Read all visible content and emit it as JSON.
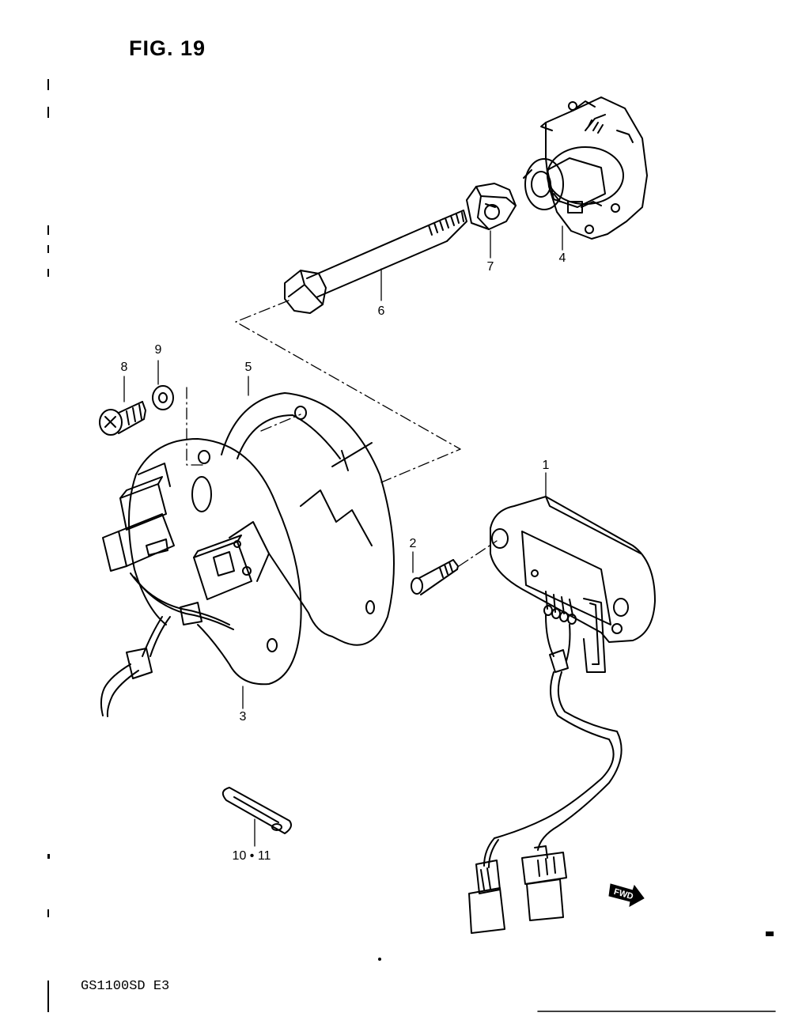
{
  "figure": {
    "title": "FIG. 19",
    "model_code": "GS1100SD E3"
  },
  "callouts": [
    {
      "id": "1",
      "label": "1"
    },
    {
      "id": "2",
      "label": "2"
    },
    {
      "id": "3",
      "label": "3"
    },
    {
      "id": "4",
      "label": "4"
    },
    {
      "id": "5",
      "label": "5"
    },
    {
      "id": "6",
      "label": "6"
    },
    {
      "id": "7",
      "label": "7"
    },
    {
      "id": "8",
      "label": "8"
    },
    {
      "id": "9",
      "label": "9"
    },
    {
      "id": "10_11",
      "label": "10 • 11"
    }
  ],
  "forward_marker": {
    "label": "FWD"
  }
}
